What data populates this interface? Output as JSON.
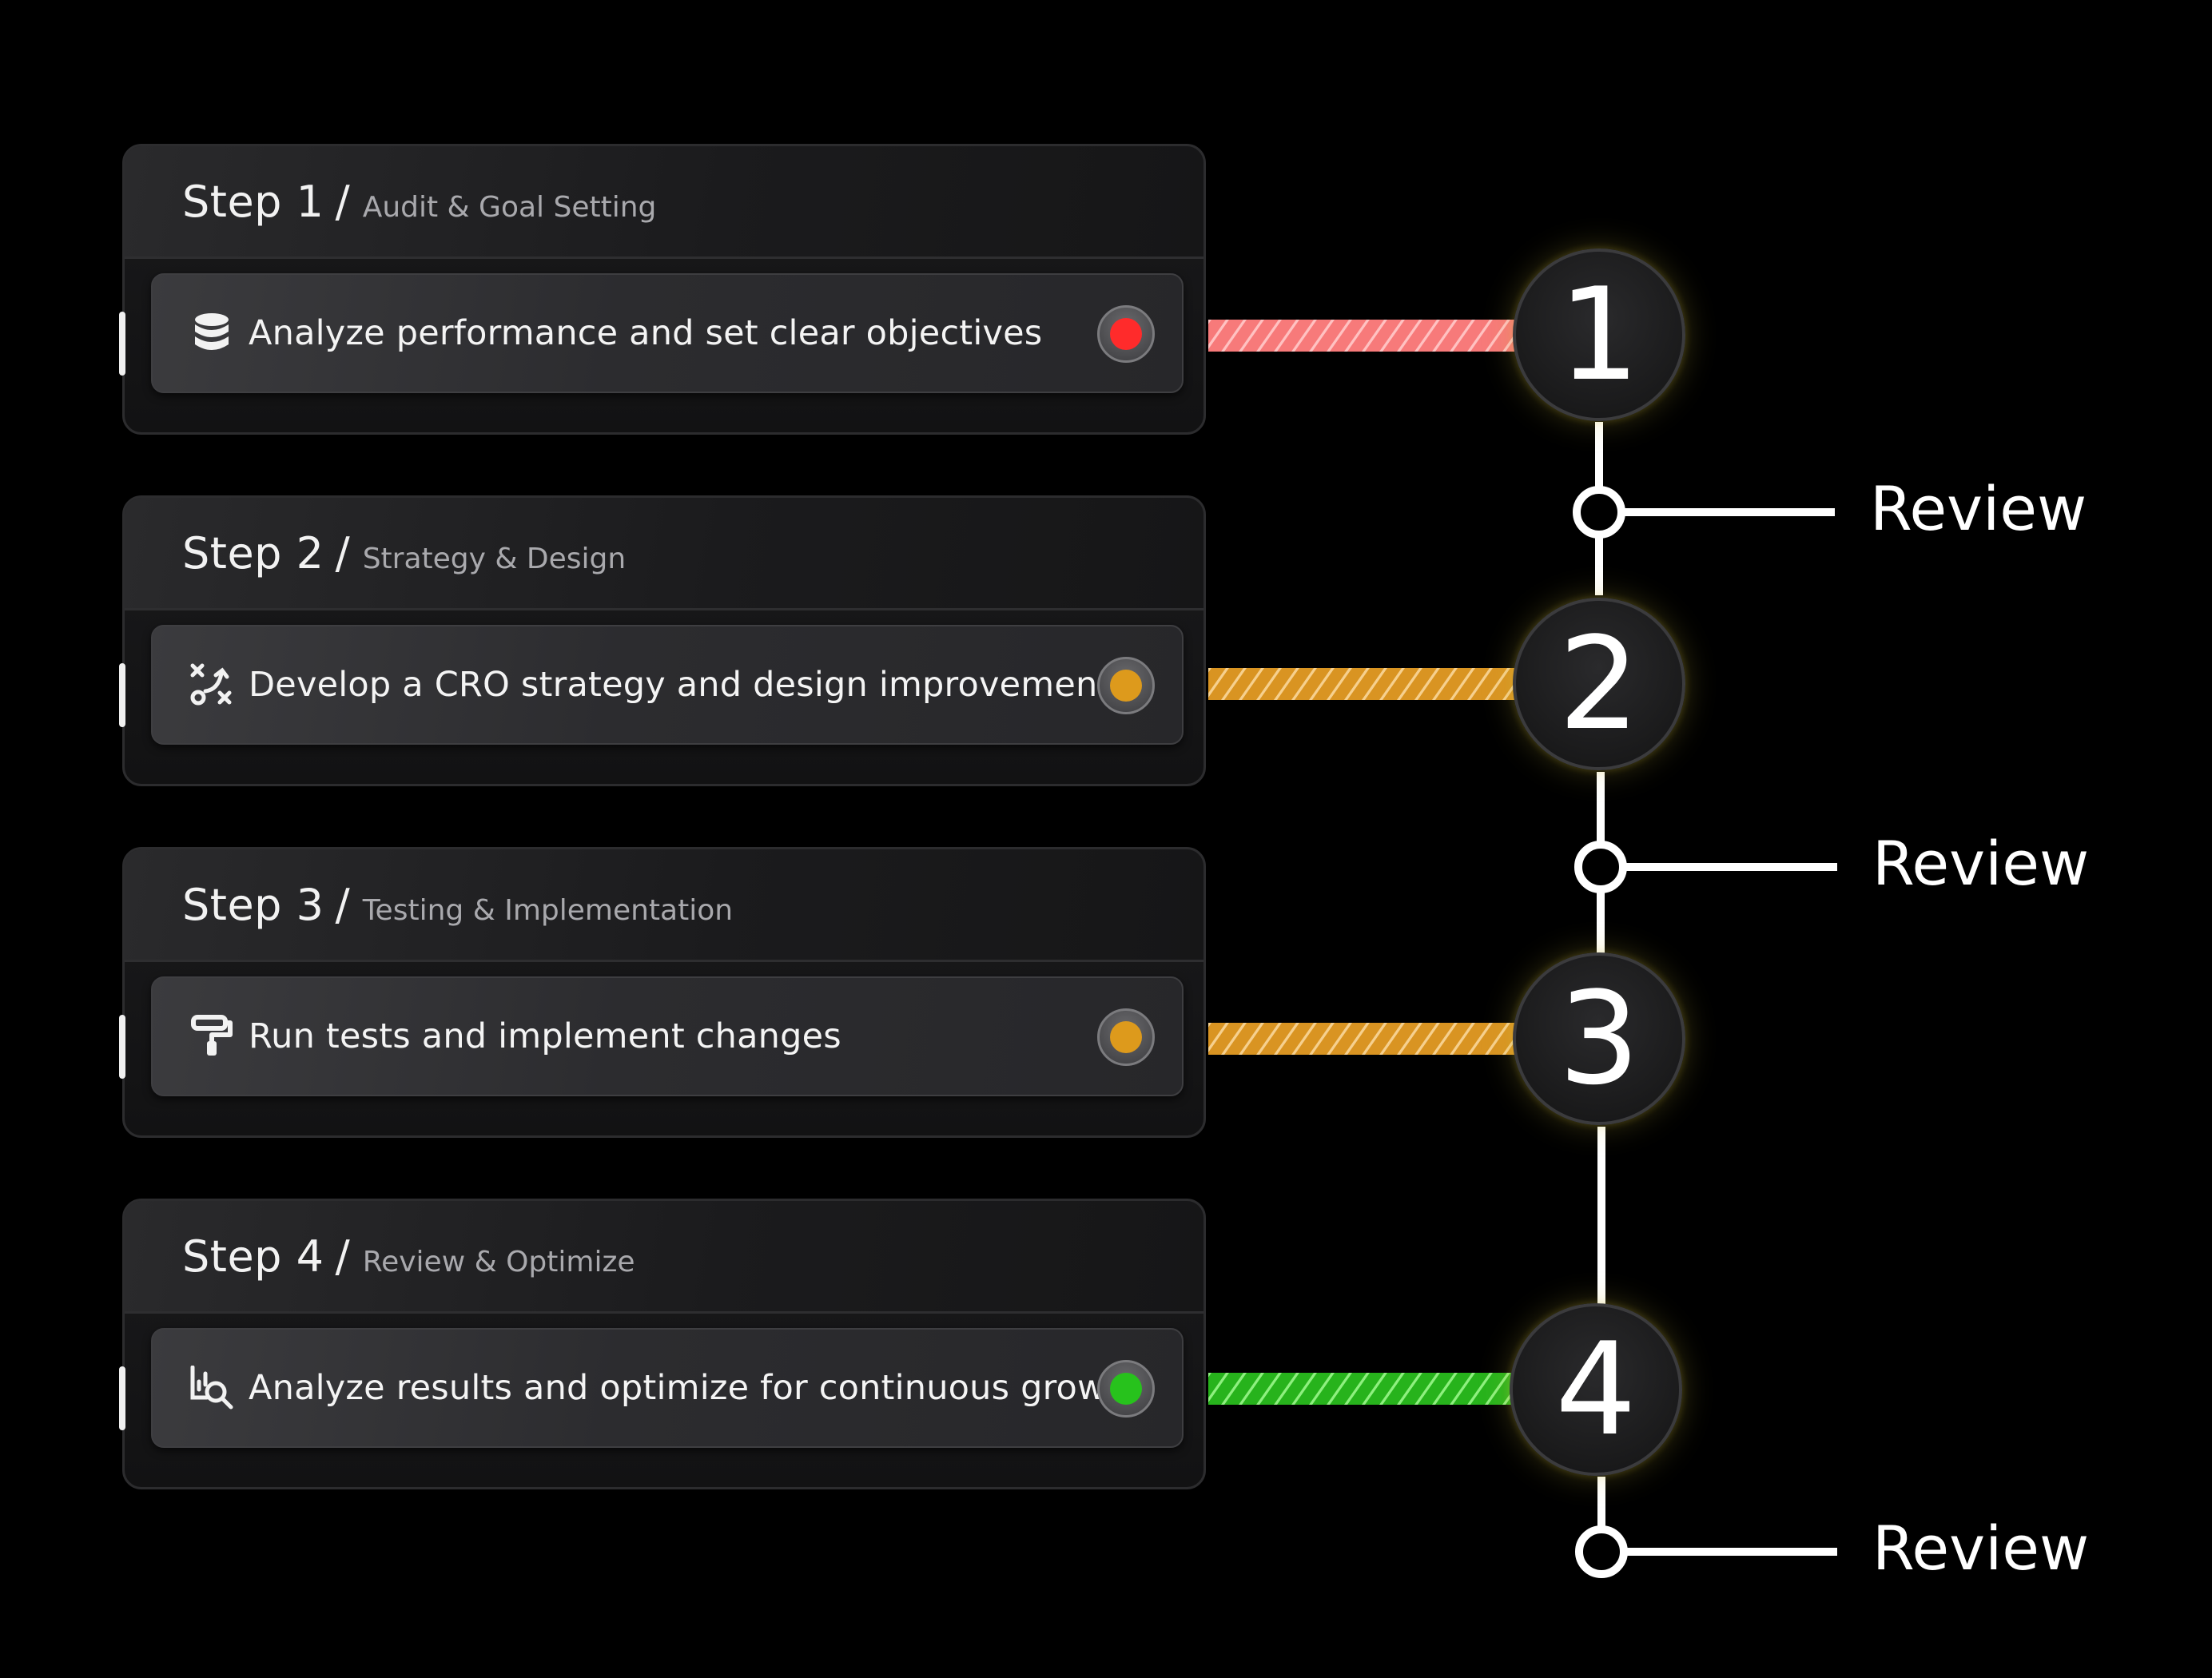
{
  "steps": [
    {
      "label": "Step 1",
      "slash": "/",
      "subtitle": "Audit & Goal Setting",
      "task": "Analyze performance and set clear objectives",
      "icon": "database-icon",
      "status_color": "#ff2b2b",
      "connector_color": "#f77a7a",
      "number": "1"
    },
    {
      "label": "Step 2",
      "slash": "/",
      "subtitle": "Strategy & Design",
      "task": "Develop a CRO strategy and design improvements",
      "icon": "strategy-icon",
      "status_color": "#dd9a1c",
      "connector_color": "#d99422",
      "number": "2"
    },
    {
      "label": "Step 3",
      "slash": "/",
      "subtitle": "Testing & Implementation",
      "task": "Run tests and implement changes",
      "icon": "paint-roller-icon",
      "status_color": "#dd9a1c",
      "connector_color": "#d99422",
      "number": "3"
    },
    {
      "label": "Step 4",
      "slash": "/",
      "subtitle": "Review & Optimize",
      "task": "Analyze results and optimize for continuous growth",
      "icon": "chart-search-icon",
      "status_color": "#27c21c",
      "connector_color": "#2bc11f",
      "number": "4"
    }
  ],
  "reviews": [
    "Review",
    "Review",
    "Review"
  ],
  "colors": {
    "background": "#000000",
    "line": "#ffffff"
  }
}
